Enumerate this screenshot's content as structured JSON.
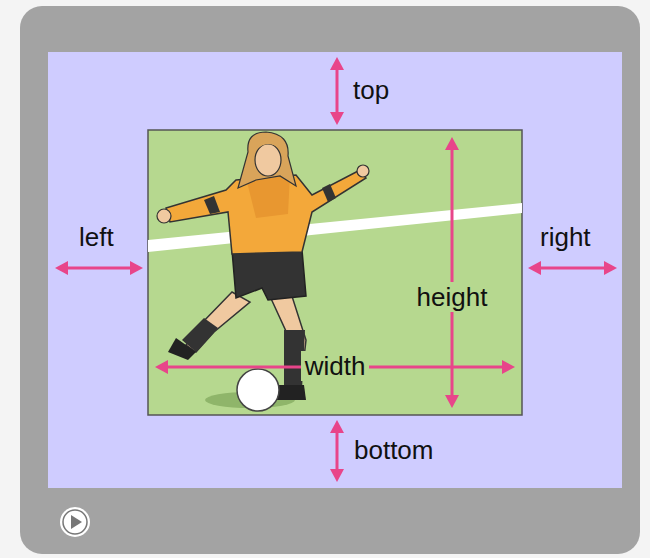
{
  "diagram": {
    "labels": [
      "top",
      "left",
      "right",
      "height",
      "width",
      "bottom"
    ]
  }
}
